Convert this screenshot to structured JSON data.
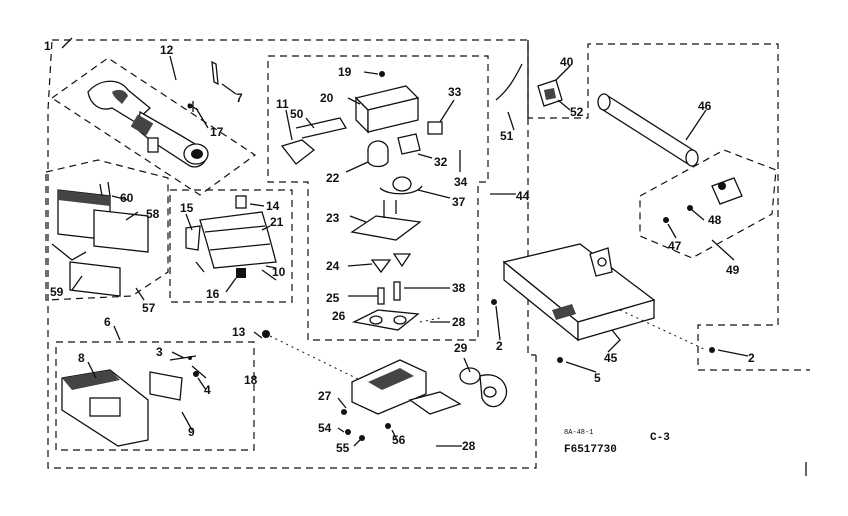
{
  "diagram": {
    "part_labels": {
      "p1": "1",
      "p2a": "2",
      "p2b": "2",
      "p3": "3",
      "p4": "4",
      "p5": "5",
      "p6": "6",
      "p7": "7",
      "p8": "8",
      "p9": "9",
      "p10": "10",
      "p11": "11",
      "p12": "12",
      "p13": "13",
      "p14": "14",
      "p15": "15",
      "p16": "16",
      "p17": "17",
      "p18": "18",
      "p19": "19",
      "p20": "20",
      "p21": "21",
      "p22": "22",
      "p23": "23",
      "p24": "24",
      "p25": "25",
      "p26": "26",
      "p27": "27",
      "p28a": "28",
      "p28b": "28",
      "p29": "29",
      "p32": "32",
      "p33": "33",
      "p34": "34",
      "p37": "37",
      "p38": "38",
      "p40": "40",
      "p44": "44",
      "p45": "45",
      "p46": "46",
      "p47": "47",
      "p48": "48",
      "p49": "49",
      "p50": "50",
      "p51": "51",
      "p52": "52",
      "p54": "54",
      "p55": "55",
      "p56": "56",
      "p57": "57",
      "p58": "58",
      "p59": "59",
      "p60": "60"
    },
    "drawing_ref": "8A-48-1",
    "drawing_number": "F6517730",
    "sheet": "C-3"
  }
}
